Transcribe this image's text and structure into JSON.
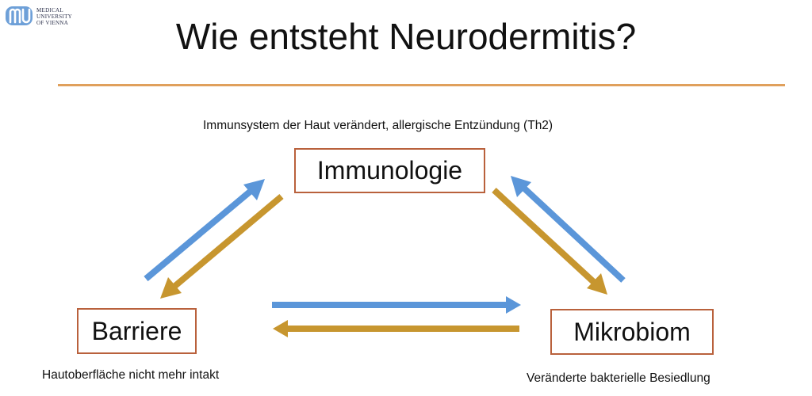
{
  "logo": {
    "icon": "medical-university-of-vienna-logo",
    "line1": "MEDICAL",
    "line2": "UNIVERSITY",
    "line3": "OF VIENNA"
  },
  "slide": {
    "title": "Wie entsteht Neurodermitis?"
  },
  "nodes": {
    "immunologie": {
      "label": "Immunologie",
      "caption": "Immunsystem der Haut verändert, allergische Entzündung (Th2)"
    },
    "barriere": {
      "label": "Barriere",
      "caption": "Hautoberfläche nicht mehr intakt"
    },
    "mikrobiom": {
      "label": "Mikrobiom",
      "caption": "Veränderte bakterielle Besiedlung"
    }
  },
  "colors": {
    "arrow_forward": "#5b96d9",
    "arrow_backward": "#c7962f",
    "box_border": "#b9613c",
    "title_rule": "#e0a05c"
  },
  "edges": [
    {
      "from": "Barriere",
      "to": "Immunologie",
      "color": "arrow_forward"
    },
    {
      "from": "Immunologie",
      "to": "Barriere",
      "color": "arrow_backward"
    },
    {
      "from": "Mikrobiom",
      "to": "Immunologie",
      "color": "arrow_forward"
    },
    {
      "from": "Immunologie",
      "to": "Mikrobiom",
      "color": "arrow_backward"
    },
    {
      "from": "Barriere",
      "to": "Mikrobiom",
      "color": "arrow_forward"
    },
    {
      "from": "Mikrobiom",
      "to": "Barriere",
      "color": "arrow_backward"
    }
  ]
}
